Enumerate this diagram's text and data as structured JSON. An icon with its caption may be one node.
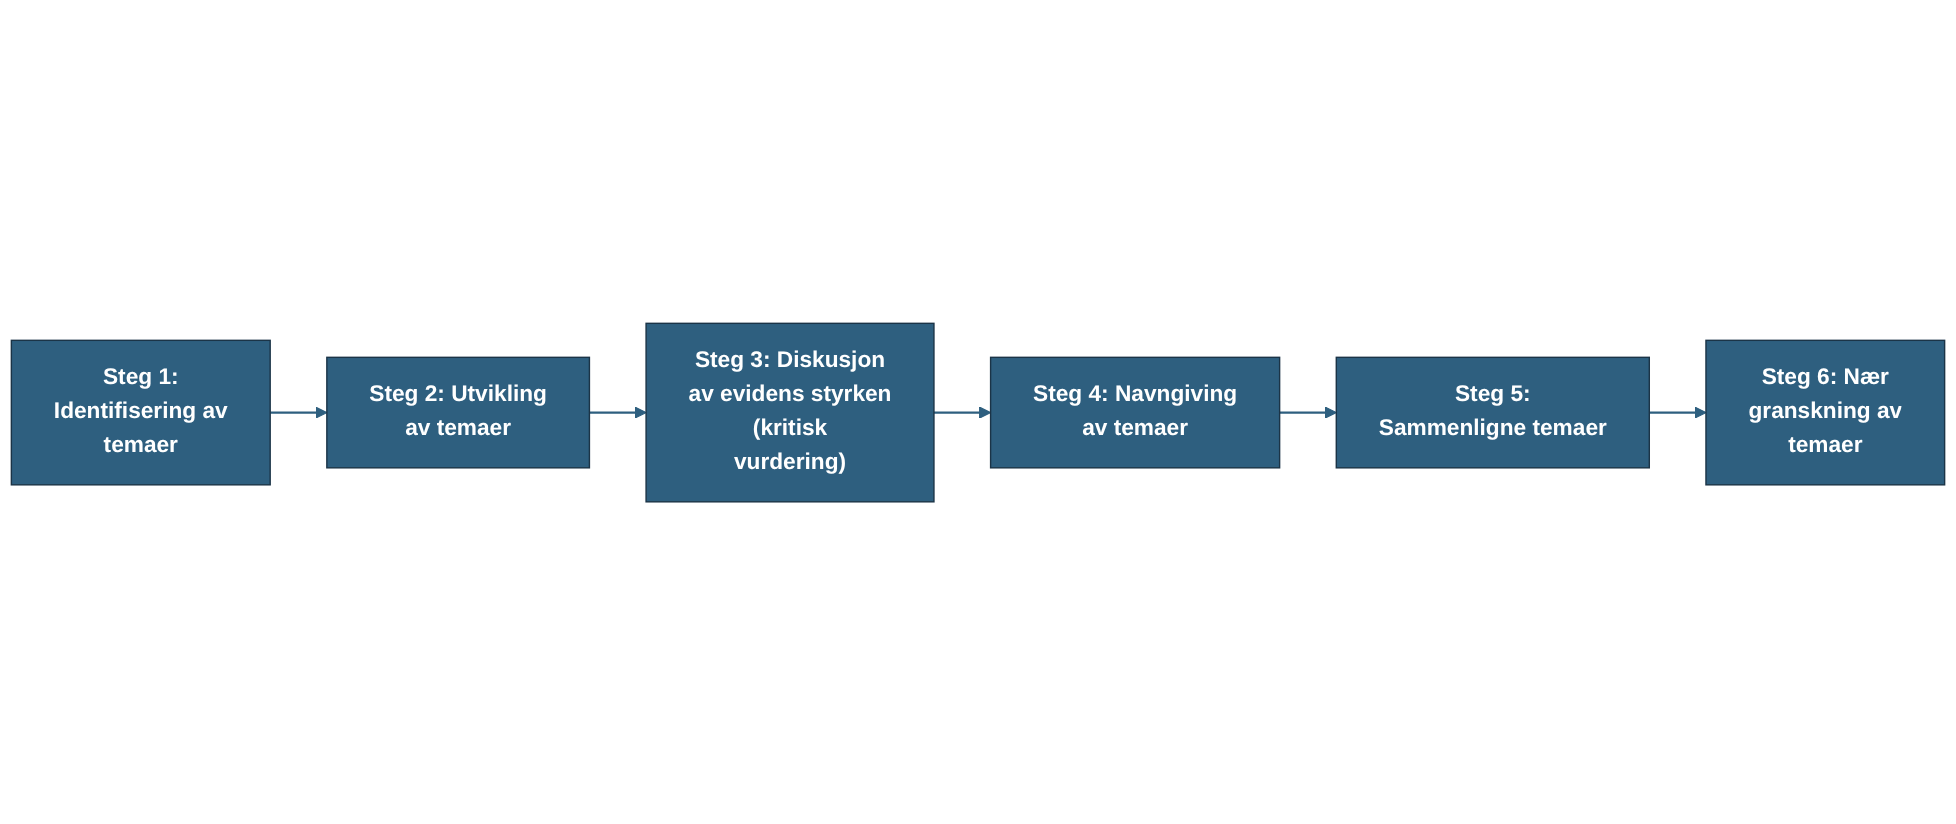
{
  "diagram": {
    "nodes": [
      {
        "text": [
          "Steg 1: Identifisering av temaer"
        ]
      },
      {
        "text": [
          "Steg 2: Utvikling av temaer"
        ]
      },
      {
        "text": [
          "Steg 3: Diskusjon av evidens styrken (kritisk vurdering)"
        ]
      },
      {
        "text": [
          "Steg 4: Navngiving av temaer"
        ]
      },
      {
        "text": [
          "Steg 5: Sammenligne temaer"
        ]
      },
      {
        "text": [
          "Steg 6: Nær granskning av temaer"
        ]
      }
    ],
    "edges": [
      {
        "from": 0,
        "to": 1,
        "arrow": "to"
      },
      {
        "from": 1,
        "to": 2,
        "arrow": "to"
      },
      {
        "from": 2,
        "to": 3,
        "arrow": "to"
      },
      {
        "from": 3,
        "to": 4,
        "arrow": "to"
      },
      {
        "from": 4,
        "to": 5,
        "arrow": "to"
      }
    ]
  }
}
